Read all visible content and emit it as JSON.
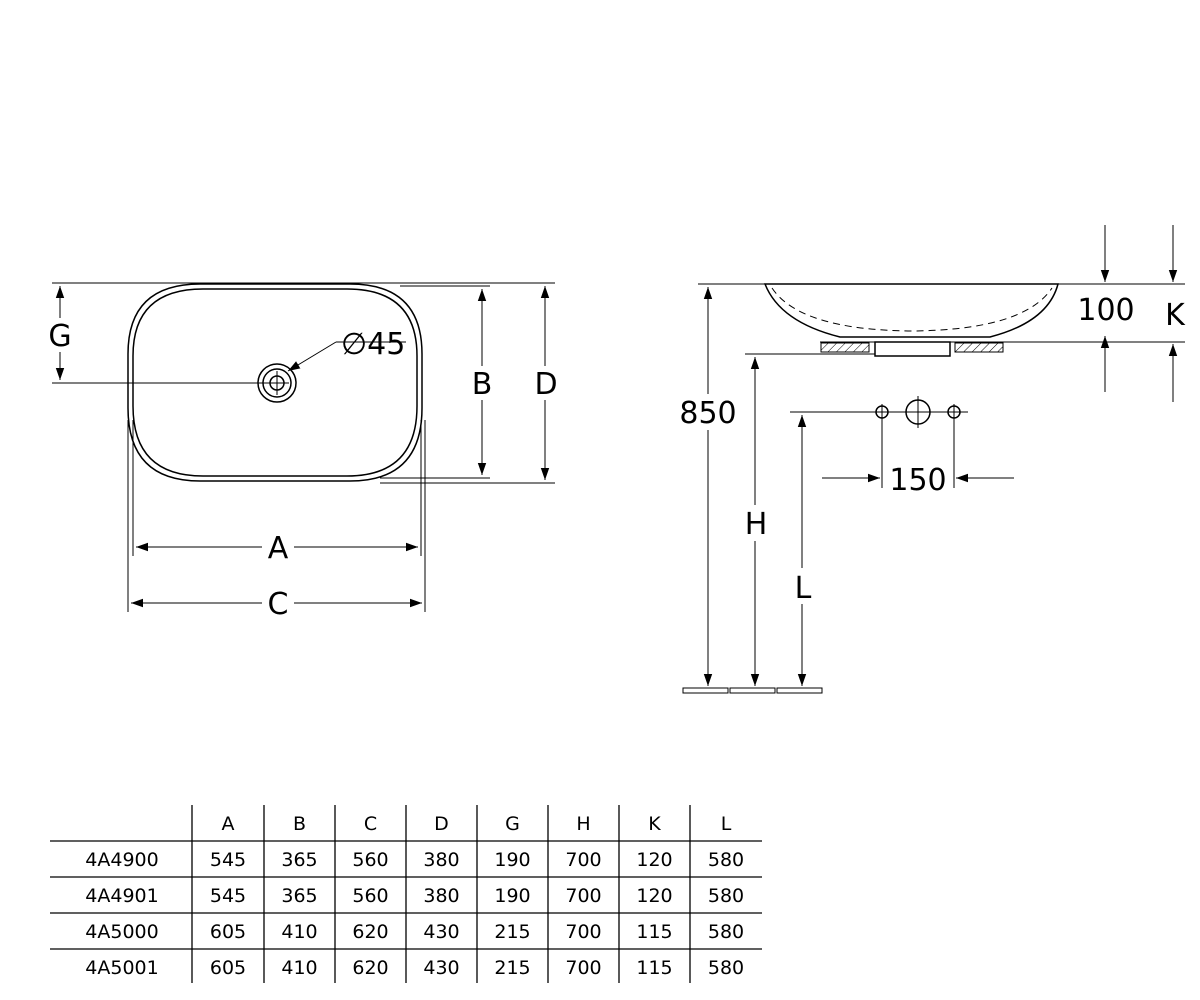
{
  "labels": {
    "A": "A",
    "B": "B",
    "C": "C",
    "D": "D",
    "G": "G",
    "H": "H",
    "K": "K",
    "L": "L",
    "diameter": "∅45",
    "height_total": "850",
    "rim_offset": "100",
    "tap_spacing": "150"
  },
  "table": {
    "columns": [
      "",
      "A",
      "B",
      "C",
      "D",
      "G",
      "H",
      "K",
      "L"
    ],
    "rows": [
      [
        "4A4900",
        "545",
        "365",
        "560",
        "380",
        "190",
        "700",
        "120",
        "580"
      ],
      [
        "4A4901",
        "545",
        "365",
        "560",
        "380",
        "190",
        "700",
        "120",
        "580"
      ],
      [
        "4A5000",
        "605",
        "410",
        "620",
        "430",
        "215",
        "700",
        "115",
        "580"
      ],
      [
        "4A5001",
        "605",
        "410",
        "620",
        "430",
        "215",
        "700",
        "115",
        "580"
      ]
    ]
  }
}
